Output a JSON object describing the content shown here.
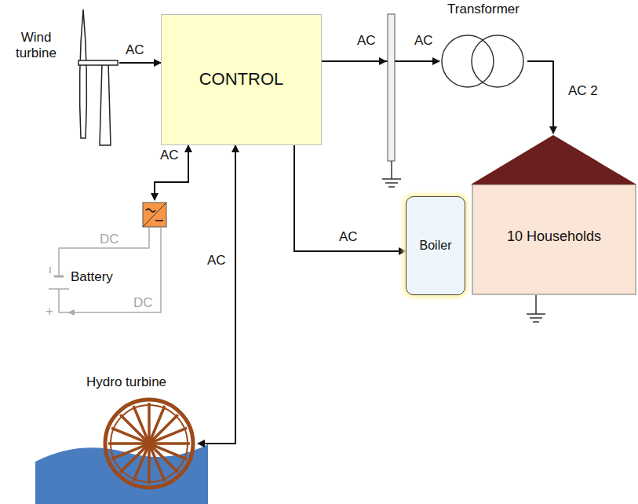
{
  "diagram": {
    "nodes": [
      {
        "text": [
          "Wind turbine"
        ]
      },
      {
        "text": [
          "CONTROL"
        ]
      },
      {
        "text": [
          "Transformer"
        ]
      },
      {
        "text": [
          "Battery"
        ]
      },
      {
        "text": [
          "Boiler"
        ]
      },
      {
        "text": [
          "10 Households"
        ]
      },
      {
        "text": [
          "Hydro turbine"
        ]
      }
    ],
    "edges": [
      {
        "from": 0,
        "to": 1,
        "arrow": "to",
        "label": "AC"
      },
      {
        "from": 1,
        "to": 2,
        "arrow": "to",
        "label": "AC"
      },
      {
        "from": 2,
        "to": 5,
        "arrow": "to",
        "label": "AC 2"
      },
      {
        "from": 1,
        "to": 3,
        "arrow": "both",
        "label": "AC"
      },
      {
        "from": 1,
        "to": 4,
        "arrow": "to",
        "label": "AC"
      },
      {
        "from": 1,
        "to": 6,
        "arrow": "both",
        "label": "AC"
      }
    ],
    "labels": [
      "AC",
      "DC",
      "DC",
      "+"
    ]
  }
}
